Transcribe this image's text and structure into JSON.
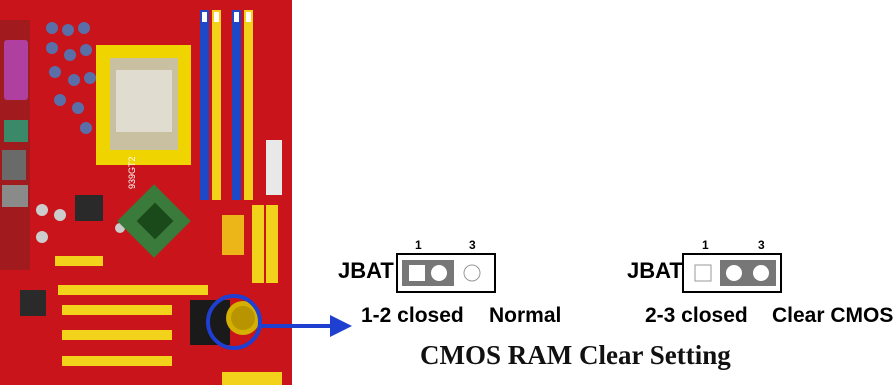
{
  "board": {
    "model_text": "939GT2"
  },
  "jumper_left": {
    "name": "JBAT",
    "pin_first": "1",
    "pin_last": "3",
    "setting": "1-2 closed",
    "mode": "Normal"
  },
  "jumper_right": {
    "name": "JBAT",
    "pin_first": "1",
    "pin_last": "3",
    "setting": "2-3 closed",
    "mode": "Clear CMOS"
  },
  "caption": "CMOS RAM Clear Setting",
  "colors": {
    "board_red": "#c8141a",
    "ram_slot_blue": "#1f48c8",
    "ram_slot_yellow": "#f2d21a",
    "socket_yellow": "#f0d400",
    "highlight_blue": "#1f3fd0",
    "pin_gray": "#777777"
  }
}
